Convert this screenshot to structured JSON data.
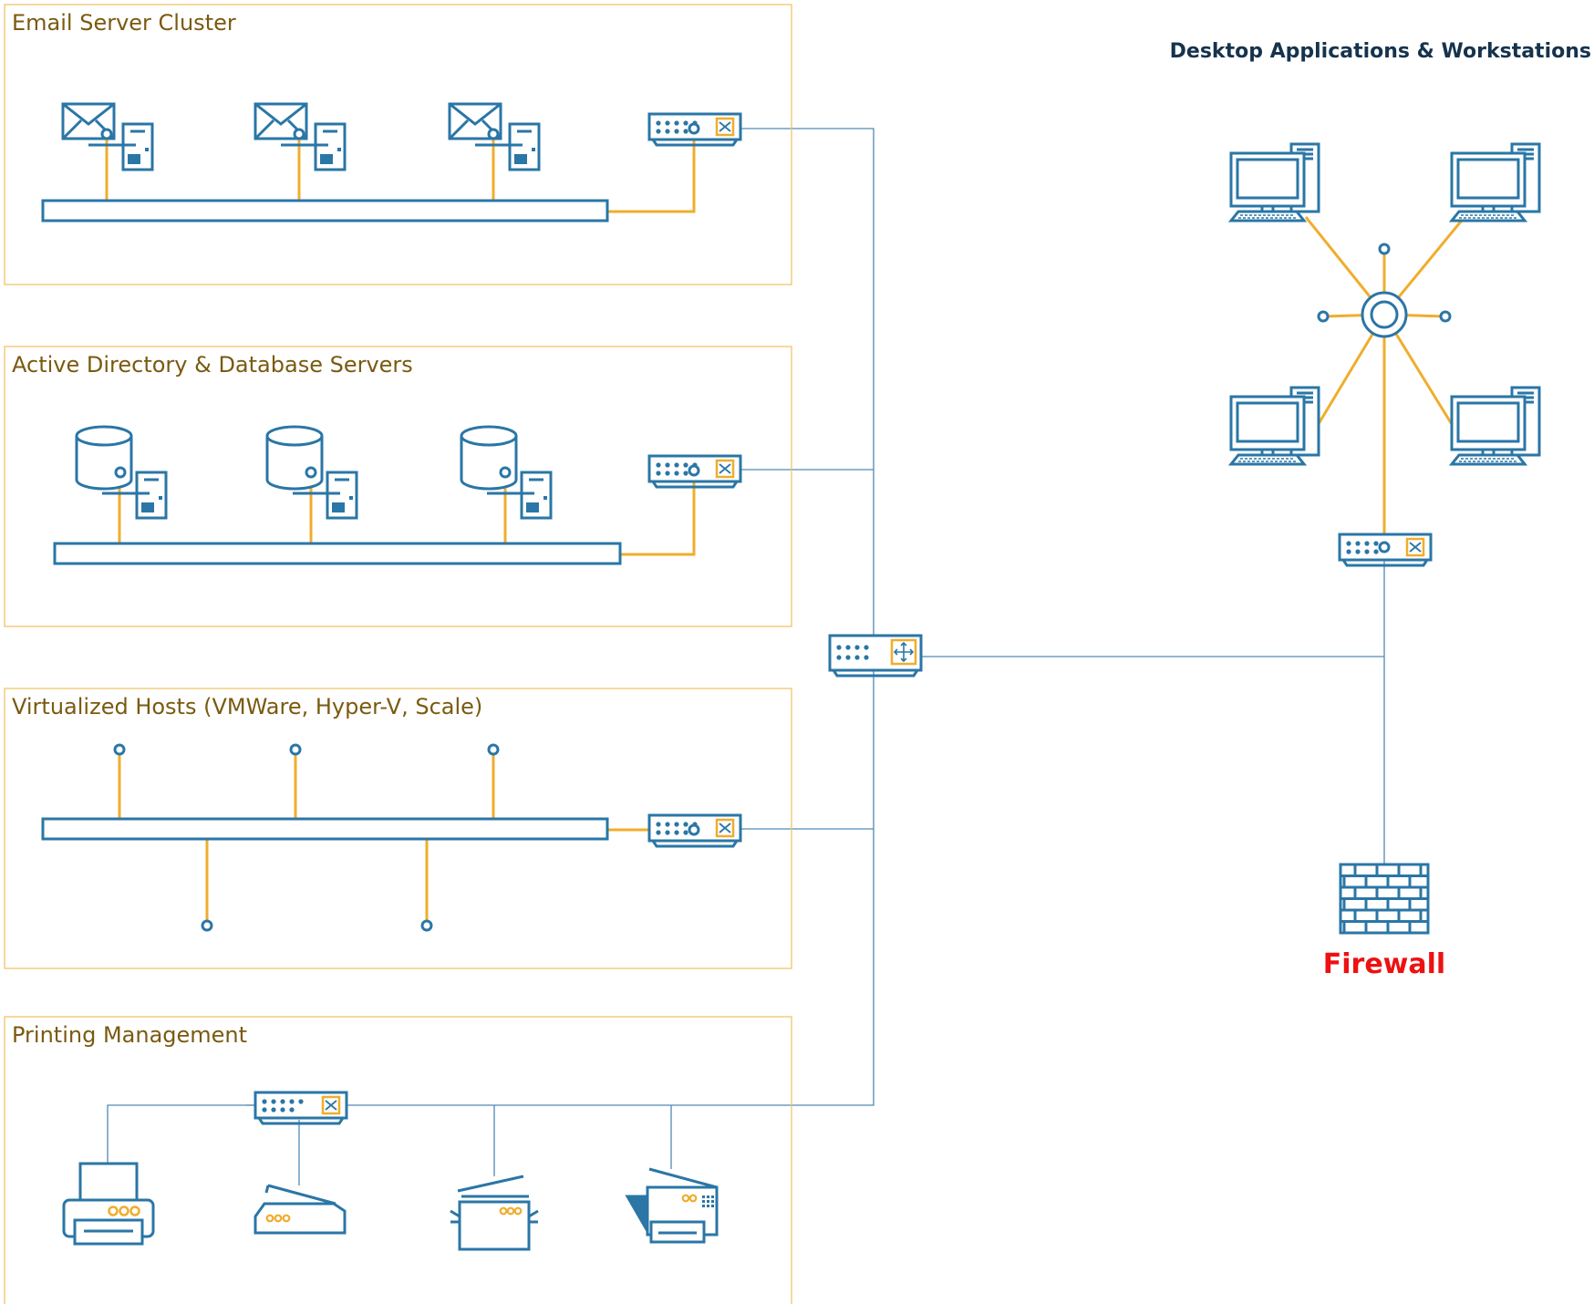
{
  "diagram": {
    "groups": [
      {
        "id": "email",
        "title": "Email Server Cluster"
      },
      {
        "id": "ad",
        "title": "Active Directory & Database Servers"
      },
      {
        "id": "virt",
        "title": "Virtualized Hosts (VMWare, Hyper-V, Scale)"
      },
      {
        "id": "print",
        "title": "Printing Management"
      }
    ],
    "workstations": {
      "title": "Desktop Applications & Workstations"
    },
    "firewall": {
      "label": "Firewall"
    },
    "colors": {
      "box_border": "#f2c46a",
      "title_text": "#7a5a10",
      "device_stroke": "#2a76a6",
      "link_orange": "#f0ad2c",
      "link_blue": "#4f8ab3",
      "firewall_text": "#ee1111"
    },
    "icons": [
      "email-server-icon",
      "database-server-icon",
      "switch-icon",
      "router-icon",
      "desktop-computer-icon",
      "hub-icon",
      "firewall-icon",
      "printer-icon",
      "scanner-icon",
      "fax-icon",
      "copier-icon"
    ]
  }
}
